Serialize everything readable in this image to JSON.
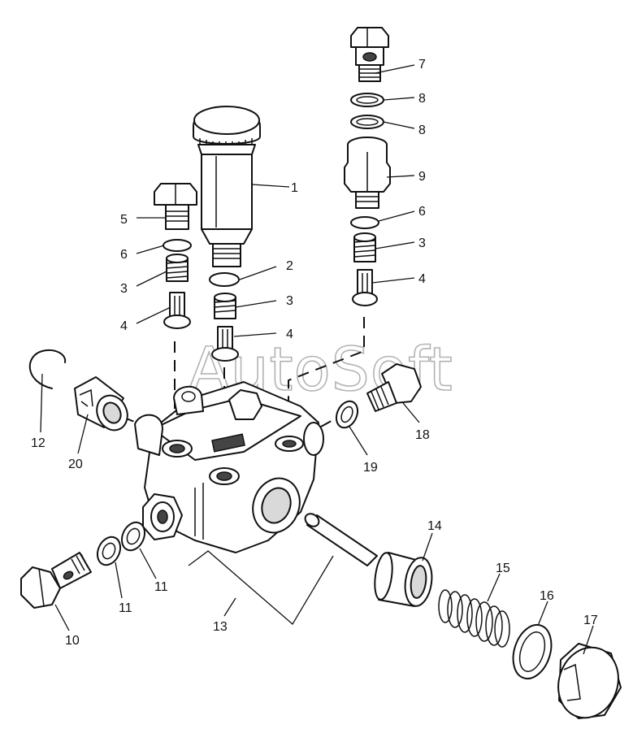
{
  "watermark": "AutoSoft",
  "callouts": {
    "p1": "1",
    "p2": "2",
    "p3a": "3",
    "p3b": "3",
    "p3c": "3",
    "p4a": "4",
    "p4b": "4",
    "p4c": "4",
    "p5": "5",
    "p6a": "6",
    "p6b": "6",
    "p7": "7",
    "p8a": "8",
    "p8b": "8",
    "p9": "9",
    "p10": "10",
    "p11a": "11",
    "p11b": "11",
    "p12": "12",
    "p13": "13",
    "p14": "14",
    "p15": "15",
    "p16": "16",
    "p17": "17",
    "p18": "18",
    "p19": "19",
    "p20": "20"
  }
}
